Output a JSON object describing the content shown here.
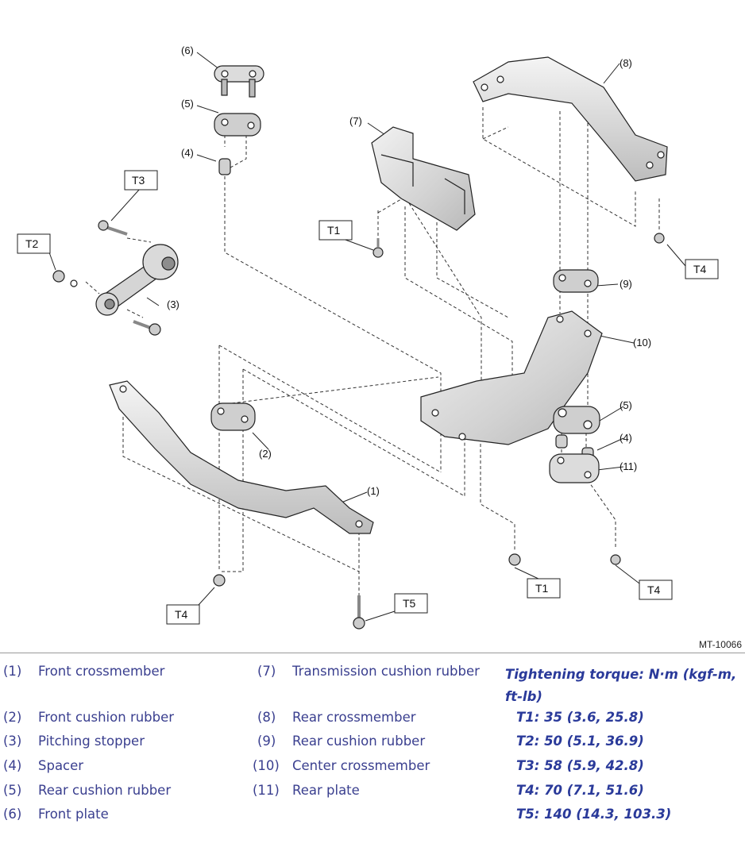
{
  "figure_id": "MT-10066",
  "callouts": {
    "c1": "(1)",
    "c2": "(2)",
    "c3": "(3)",
    "c4a": "(4)",
    "c4b": "(4)",
    "c5a": "(5)",
    "c5b": "(5)",
    "c6": "(6)",
    "c7": "(7)",
    "c8": "(8)",
    "c9": "(9)",
    "c10": "(10)",
    "c11": "(11)"
  },
  "torque_boxes": {
    "t1a": "T1",
    "t1b": "T1",
    "t2": "T2",
    "t3": "T3",
    "t4a": "T4",
    "t4b": "T4",
    "t4c": "T4",
    "t5": "T5"
  },
  "legend": {
    "col1": [
      {
        "num": "(1)",
        "label": "Front crossmember"
      },
      {
        "num": "(2)",
        "label": "Front cushion rubber"
      },
      {
        "num": "(3)",
        "label": "Pitching stopper"
      },
      {
        "num": "(4)",
        "label": "Spacer"
      },
      {
        "num": "(5)",
        "label": "Rear cushion rubber"
      },
      {
        "num": "(6)",
        "label": "Front plate"
      }
    ],
    "col2": [
      {
        "num": "(7)",
        "label": "Transmission cushion rubber"
      },
      {
        "num": "(8)",
        "label": "Rear crossmember"
      },
      {
        "num": "(9)",
        "label": "Rear cushion rubber"
      },
      {
        "num": "(10)",
        "label": "Center crossmember"
      },
      {
        "num": "(11)",
        "label": "Rear plate"
      }
    ],
    "torque_title": "Tightening torque: N·m (kgf-m, ft-lb)",
    "torques": [
      "T1:  35 (3.6, 25.8)",
      "T2:  50 (5.1, 36.9)",
      "T3:  58 (5.9, 42.8)",
      "T4:  70 (7.1, 51.6)",
      "T5:  140 (14.3, 103.3)"
    ]
  }
}
